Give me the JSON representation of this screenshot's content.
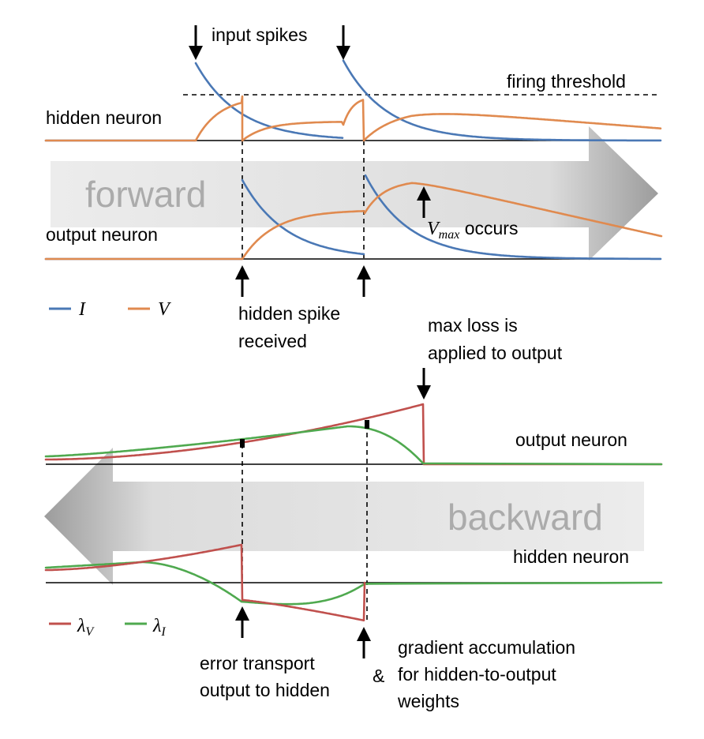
{
  "colors": {
    "I": "#4a78b5",
    "V": "#e08a4f",
    "lambda_V": "#c0504d",
    "lambda_I": "#4fa94f",
    "band": "#d9d9d9",
    "band_text": "#ababab"
  },
  "forward": {
    "band_label": "forward",
    "input_spikes_label": "input spikes",
    "firing_threshold_label": "firing threshold",
    "hidden_neuron_label": "hidden neuron",
    "output_neuron_label": "output neuron",
    "vmax_symbol": "V",
    "vmax_subscript": "max",
    "vmax_suffix": " occurs",
    "hidden_spike_label_line1": "hidden spike",
    "hidden_spike_label_line2": "received"
  },
  "legend_forward": {
    "I": "I",
    "V": "V"
  },
  "backward": {
    "band_label": "backward",
    "max_loss_line1": "max loss is",
    "max_loss_line2": "applied to output",
    "output_neuron_label": "output neuron",
    "hidden_neuron_label": "hidden neuron",
    "error_transport_line1": "error transport",
    "error_transport_line2": "output to hidden",
    "ampersand": "&",
    "gradient_line1": "gradient accumulation",
    "gradient_line2": "for hidden-to-output",
    "gradient_line3": "weights"
  },
  "legend_backward": {
    "lambda_symbol": "λ",
    "V_sub": "V",
    "I_sub": "I"
  }
}
